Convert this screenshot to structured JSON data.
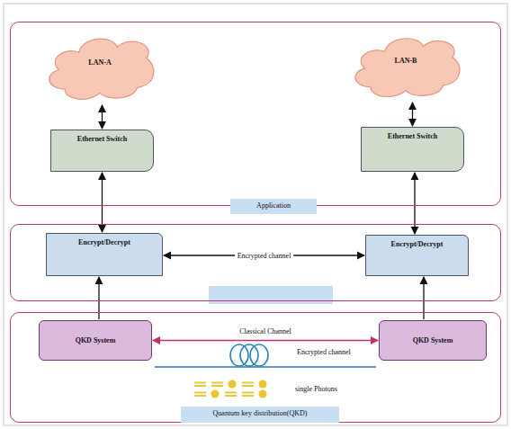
{
  "diagram": {
    "nodes": [
      {
        "text": [
          "Application"
        ]
      },
      {
        "text": [
          "LAN-A"
        ],
        "in": 0
      },
      {
        "text": [
          "LAN-B"
        ],
        "in": 0
      },
      {
        "text": [
          "Ethernet Switch"
        ],
        "in": 0
      },
      {
        "text": [
          "Ethernet Switch"
        ],
        "in": 0
      },
      {
        "text": []
      },
      {
        "text": [
          "Encrypt/Decrypt"
        ],
        "in": 5
      },
      {
        "text": [
          "Encrypt/Decrypt"
        ],
        "in": 5
      },
      {
        "text": [
          "Quantum key distribution(QKD)"
        ]
      },
      {
        "text": [
          "QKD System"
        ],
        "in": 8
      },
      {
        "text": [
          "QKD System"
        ],
        "in": 8
      }
    ],
    "edges": [
      {
        "from": 1,
        "to": 3,
        "arrow": "both"
      },
      {
        "from": 2,
        "to": 4,
        "arrow": "both"
      },
      {
        "from": 3,
        "to": 6,
        "arrow": "both"
      },
      {
        "from": 4,
        "to": 7,
        "arrow": "both"
      },
      {
        "from": 9,
        "to": 6,
        "arrow": "to"
      },
      {
        "from": 10,
        "to": 7,
        "arrow": "to"
      },
      {
        "from": 6,
        "to": 7,
        "label": "Encrypted channel",
        "arrow": "both"
      },
      {
        "from": 9,
        "to": 10,
        "label": "Classical Channel",
        "arrow": "both"
      }
    ],
    "labels": [
      "Encrypted channel",
      "single Photons"
    ]
  }
}
